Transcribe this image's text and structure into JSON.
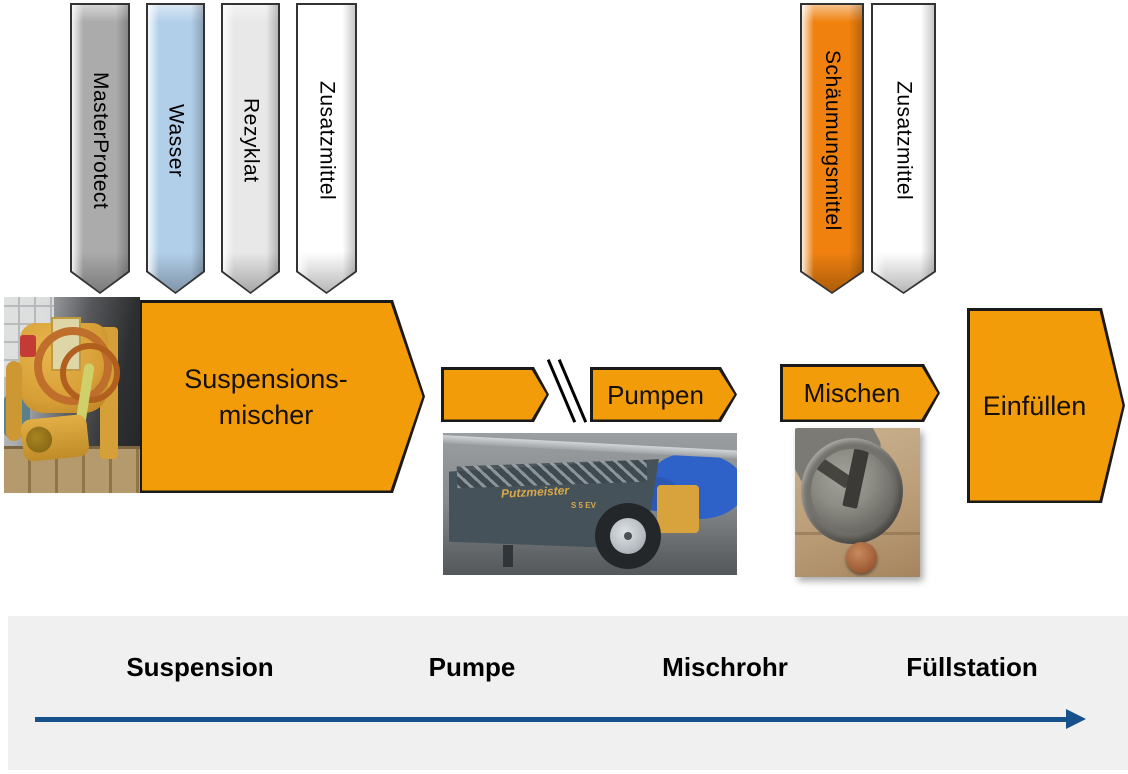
{
  "colors": {
    "process_orange": "#F39C0A",
    "outline_black": "#1A1A1A",
    "timeline_blue": "#17518C",
    "band_gray": "#F1F0F0"
  },
  "left_inputs": [
    {
      "label": "MasterProtect",
      "fill": "#ABABAB"
    },
    {
      "label": "Wasser",
      "fill": "#B2CFEA"
    },
    {
      "label": "Rezyklat",
      "fill": "#E9E8E8"
    },
    {
      "label": "Zusatzmittel",
      "fill": "#FFFFFF"
    }
  ],
  "right_inputs": [
    {
      "label": "Schäumungsmittel",
      "fill": "#F0810F"
    },
    {
      "label": "Zusatzmittel",
      "fill": "#FFFFFF"
    }
  ],
  "process": {
    "mixer_line1": "Suspensions-",
    "mixer_line2": "mischer",
    "pump": "Pumpen",
    "mix": "Mischen",
    "fill": "Einfüllen"
  },
  "photos": {
    "pump_brand": "Putzmeister",
    "pump_model": "S 5 EV"
  },
  "timeline": {
    "stations": [
      "Suspension",
      "Pumpe",
      "Mischrohr",
      "Füllstation"
    ]
  }
}
